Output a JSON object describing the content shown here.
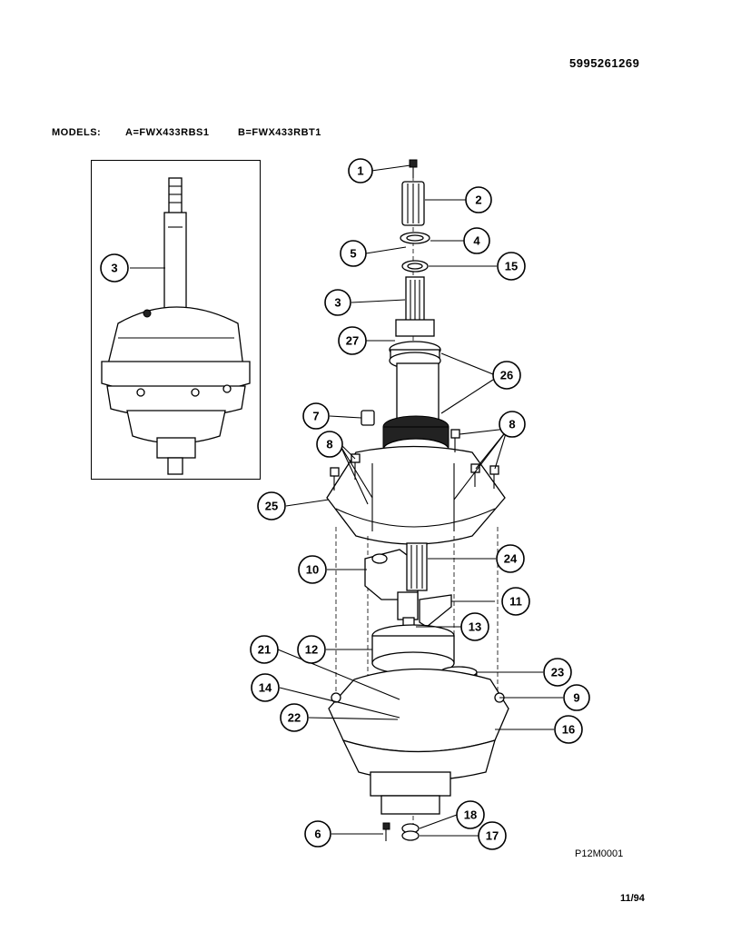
{
  "header": {
    "part_number": "5995261269",
    "models_label": "MODELS:",
    "model_a": "A=FWX433RBS1",
    "model_b": "B=FWX433RBT1"
  },
  "footer": {
    "diagram_code": "P12M0001",
    "date_code": "11/94"
  },
  "callouts": {
    "c1": "1",
    "c2": "2",
    "c3": "3",
    "c3_inset": "3",
    "c4": "4",
    "c5": "5",
    "c6": "6",
    "c7": "7",
    "c8_left": "8",
    "c8_right": "8",
    "c9": "9",
    "c10": "10",
    "c11": "11",
    "c12": "12",
    "c13": "13",
    "c14": "14",
    "c15": "15",
    "c16": "16",
    "c17": "17",
    "c18": "18",
    "c21": "21",
    "c22": "22",
    "c23": "23",
    "c24": "24",
    "c25": "25",
    "c26": "26",
    "c27": "27"
  }
}
